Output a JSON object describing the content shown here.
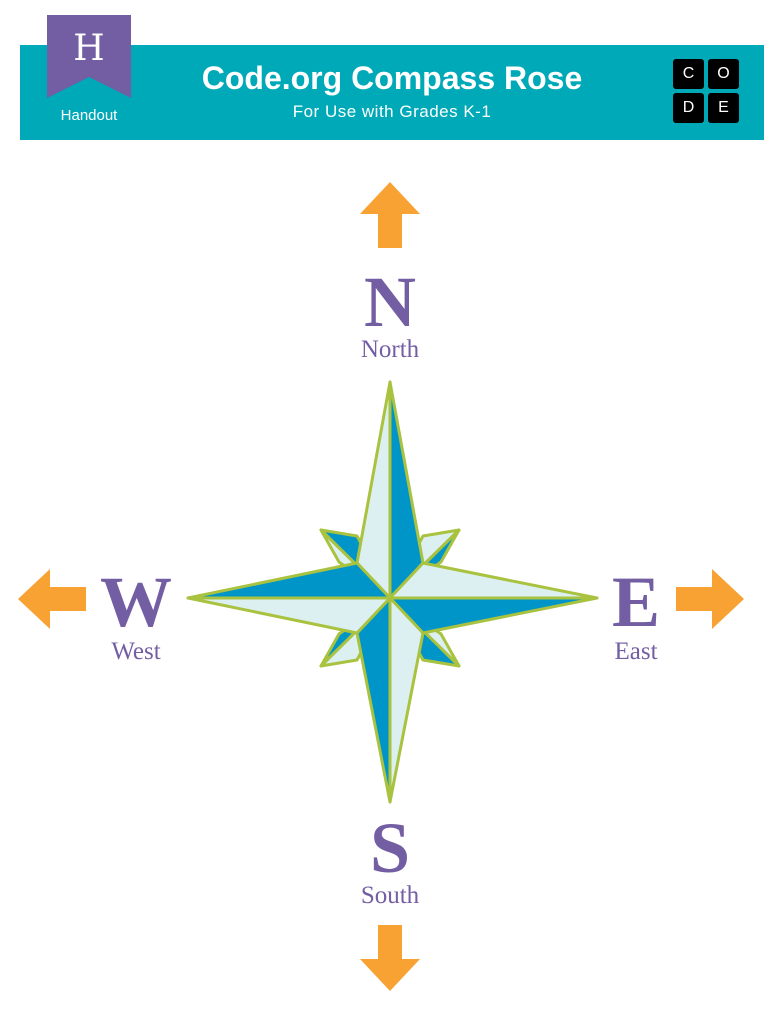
{
  "header": {
    "badge_letter": "H",
    "badge_caption": "Handout",
    "title": "Code.org Compass Rose",
    "subtitle": "For Use with Grades K-1",
    "logo_letters": [
      "C",
      "O",
      "D",
      "E"
    ]
  },
  "directions": {
    "north": {
      "letter": "N",
      "word": "North"
    },
    "south": {
      "letter": "S",
      "word": "South"
    },
    "east": {
      "letter": "E",
      "word": "East"
    },
    "west": {
      "letter": "W",
      "word": "West"
    }
  },
  "colors": {
    "header_bar": "#00a9b8",
    "badge": "#745ea3",
    "direction_text": "#745ea3",
    "arrow": "#f7a233",
    "rose_dark": "#0095c8",
    "rose_light": "#dcf0f2",
    "rose_outline": "#a9c23f"
  },
  "icons": {
    "arrows": [
      "arrow-up-icon",
      "arrow-down-icon",
      "arrow-left-icon",
      "arrow-right-icon"
    ],
    "rose": "compass-rose-icon"
  }
}
